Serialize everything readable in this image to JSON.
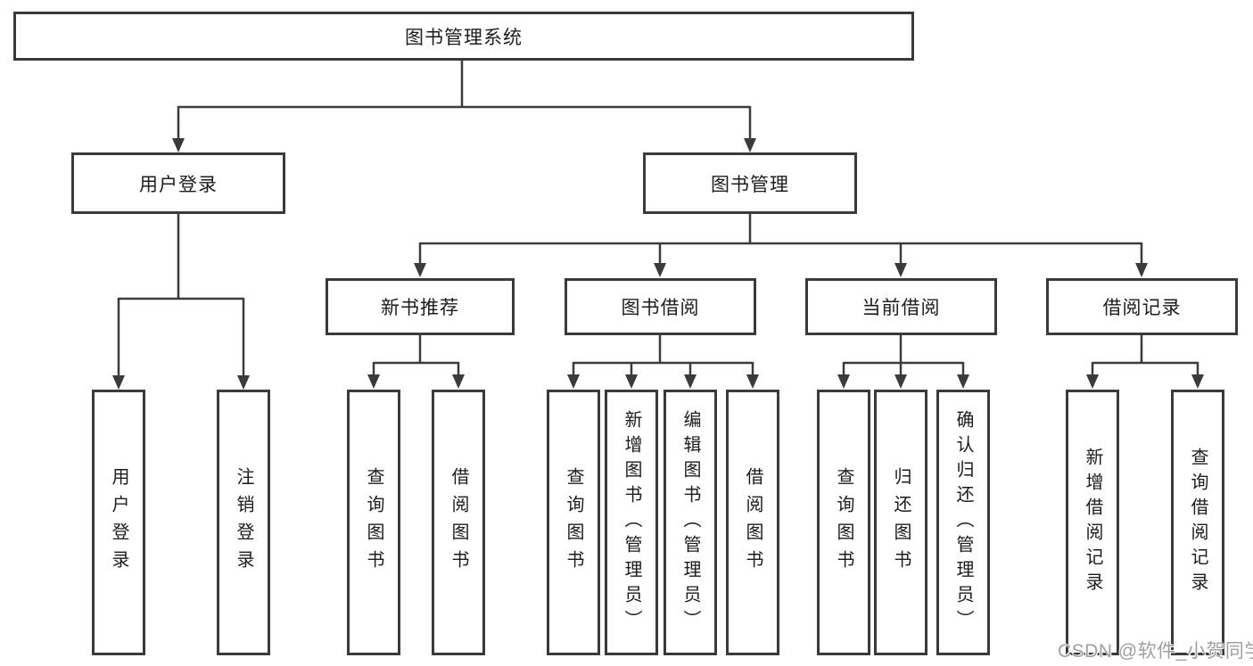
{
  "diagram": {
    "root": {
      "label": "图书管理系统"
    },
    "branches": [
      {
        "label": "用户登录",
        "children": [
          "用户登录",
          "注销登录"
        ]
      },
      {
        "label": "图书管理",
        "sections": [
          {
            "label": "新书推荐",
            "children": [
              "查询图书",
              "借阅图书"
            ]
          },
          {
            "label": "图书借阅",
            "children": [
              "查询图书",
              "新增图书（管理员）",
              "编辑图书（管理员）",
              "借阅图书"
            ]
          },
          {
            "label": "当前借阅",
            "children": [
              "查询图书",
              "归还图书",
              "确认归还（管理员）"
            ]
          },
          {
            "label": "借阅记录",
            "children": [
              "新增借阅记录",
              "查询借阅记录"
            ]
          }
        ]
      }
    ]
  },
  "watermark": {
    "text": "CSDN @软件_小贺同学"
  },
  "colors": {
    "line": "#3b3b3b",
    "box_border": "#3a3a3a",
    "text": "#1c1c1c",
    "watermark": "#a0a0a0",
    "background": "#ffffff"
  }
}
